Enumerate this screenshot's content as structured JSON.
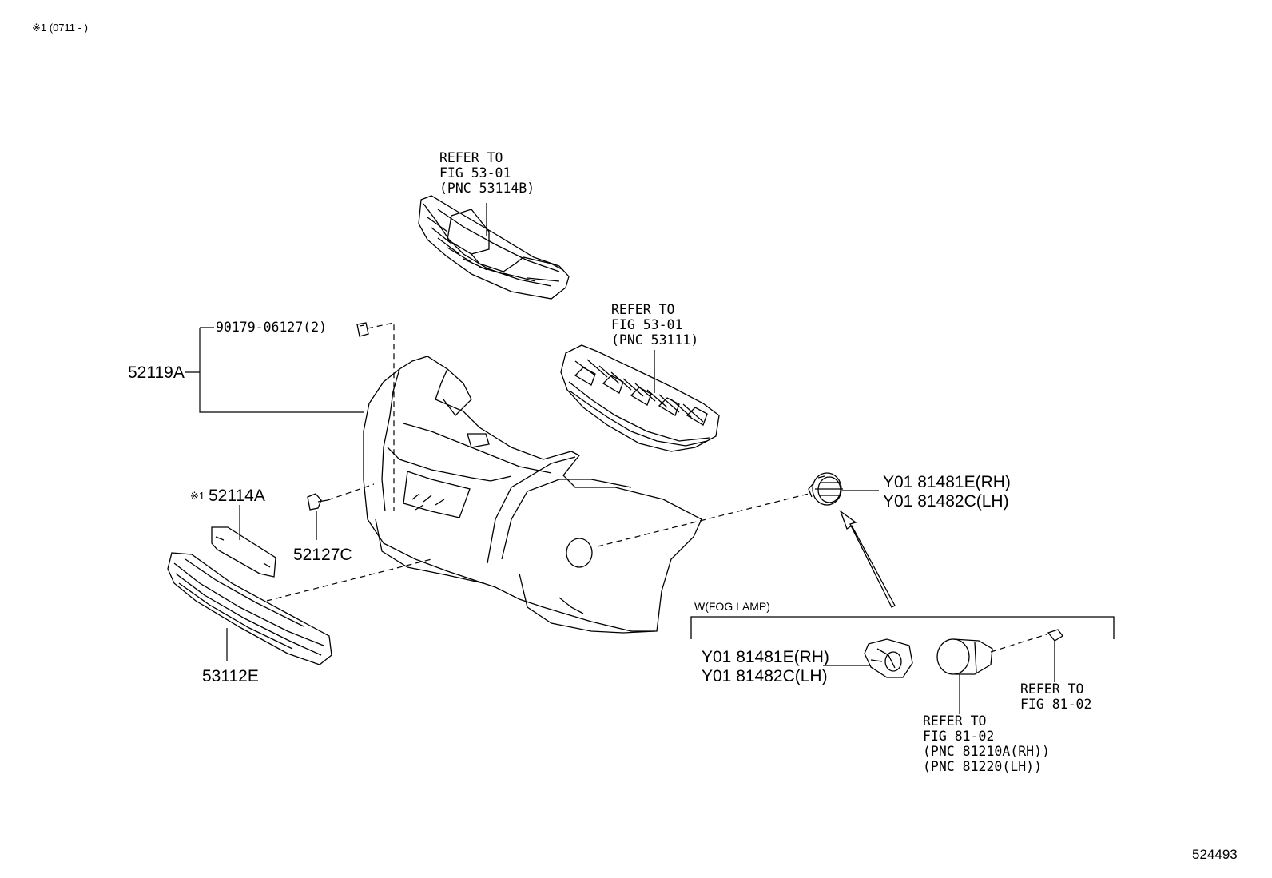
{
  "note": "※1 (0711 -   )",
  "figure_id": "524493",
  "labels": {
    "grille_upper_ref": [
      "REFER TO",
      "FIG 53-01",
      "(PNC 53114B)"
    ],
    "grille_radiator_ref": [
      "REFER TO",
      "FIG 53-01",
      "(PNC 53111)"
    ],
    "clip_part": "90179-06127(2)",
    "bumper_cover": "52119A",
    "bracket_mark": "※1",
    "bracket_part": "52114A",
    "retainer": "52127C",
    "lower_grille": "53112E",
    "cover_top_rh": "Y01 81481E(RH)",
    "cover_top_lh": "Y01 81482C(LH)",
    "fog_section_title": "W(FOG LAMP)",
    "cover_bottom_rh": "Y01 81481E(RH)",
    "cover_bottom_lh": "Y01 81482C(LH)",
    "screw_ref": [
      "REFER TO",
      "FIG 81-02"
    ],
    "fog_lamp_ref": [
      "REFER TO",
      "FIG 81-02",
      "(PNC 81210A(RH))",
      "(PNC 81220(LH))"
    ]
  }
}
